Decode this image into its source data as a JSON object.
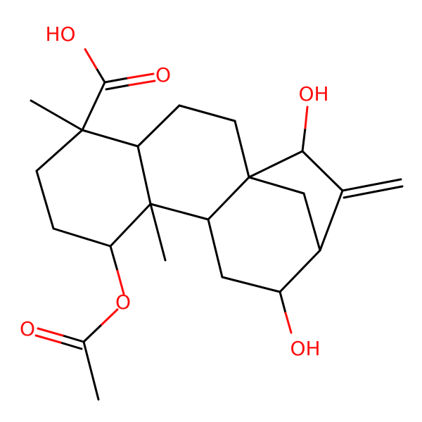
{
  "atom_labels": {
    "carboxyl_oh": "HO",
    "carboxyl_o": "O",
    "hydroxyl_top": "OH",
    "hydroxyl_bottom": "OH",
    "ester_o": "O",
    "acetyl_o": "O"
  },
  "colors": {
    "bond": "#000000",
    "oxygen": "#ff0d0d",
    "background": "#ffffff"
  }
}
